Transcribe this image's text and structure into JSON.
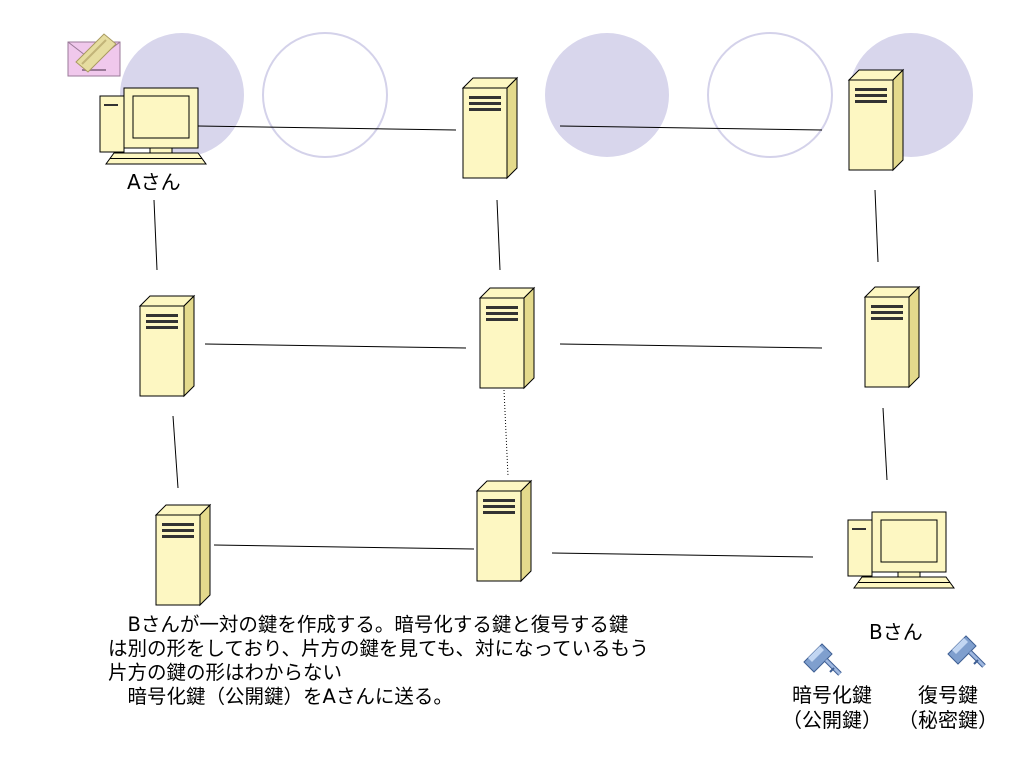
{
  "nodes": {
    "a_label": "Aさん",
    "b_label": "Bさん"
  },
  "description": {
    "line1": "　Bさんが一対の鍵を作成する。暗号化する鍵と復号する鍵",
    "line2": "は別の形をしており、片方の鍵を見ても、対になっているもう",
    "line3": "片方の鍵の形はわからない",
    "line4": "　暗号化鍵（公開鍵）をAさんに送る。"
  },
  "keys": {
    "encrypt_line1": "暗号化鍵",
    "encrypt_line2": "（公開鍵）",
    "decrypt_line1": "復号鍵",
    "decrypt_line2": "（秘密鍵）"
  },
  "colors": {
    "circle_fill": "#d8d6ec",
    "circle_outline": "#d4d2ea",
    "server_fill": "#fdf7c2",
    "key_blue": "#7f9fce",
    "envelope_pink": "#f0c8ec",
    "envelope_seal": "#e6dda0"
  }
}
